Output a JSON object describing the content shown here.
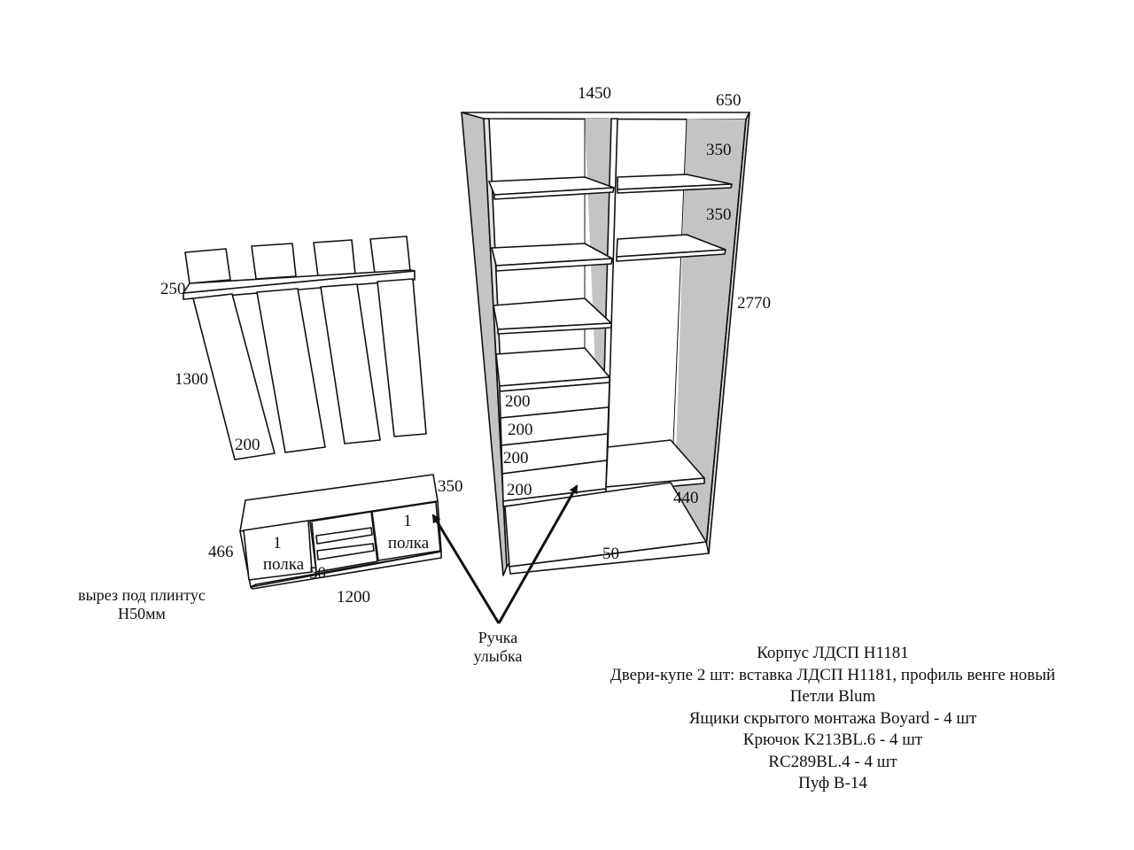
{
  "wardrobe": {
    "width": "1450",
    "depth": "650",
    "height": "2770",
    "shelf_gap_top": "350",
    "shelf_gap_second": "350",
    "drawer_heights": [
      "200",
      "200",
      "200",
      "200"
    ],
    "bottom_shelf_height": "440",
    "plinth": "50"
  },
  "hanger": {
    "shelf_depth": "250",
    "height": "1300",
    "board_width": "200"
  },
  "bench": {
    "depth": "350",
    "height": "466",
    "width": "1200",
    "plinth": "50",
    "left_compartment": [
      "1",
      "полка"
    ],
    "right_compartment": [
      "1",
      "полка"
    ]
  },
  "notes": {
    "plinth_cutout": [
      "вырез под плинтус",
      "Н50мм"
    ],
    "handle": [
      "Ручка",
      "улыбка"
    ]
  },
  "spec_lines": [
    "Корпус ЛДСП Н1181",
    "Двери-купе 2 шт: вставка ЛДСП Н1181, профиль венге новый",
    "Петли Blum",
    "Ящики скрытого монтажа Boyard - 4 шт",
    "Крючок K213BL.6 - 4 шт",
    "RC289BL.4 - 4 шт",
    "Пуф В-14"
  ],
  "colors": {
    "line": "#111111",
    "side_panel": "#c4c4c4",
    "fill": "#ffffff"
  }
}
